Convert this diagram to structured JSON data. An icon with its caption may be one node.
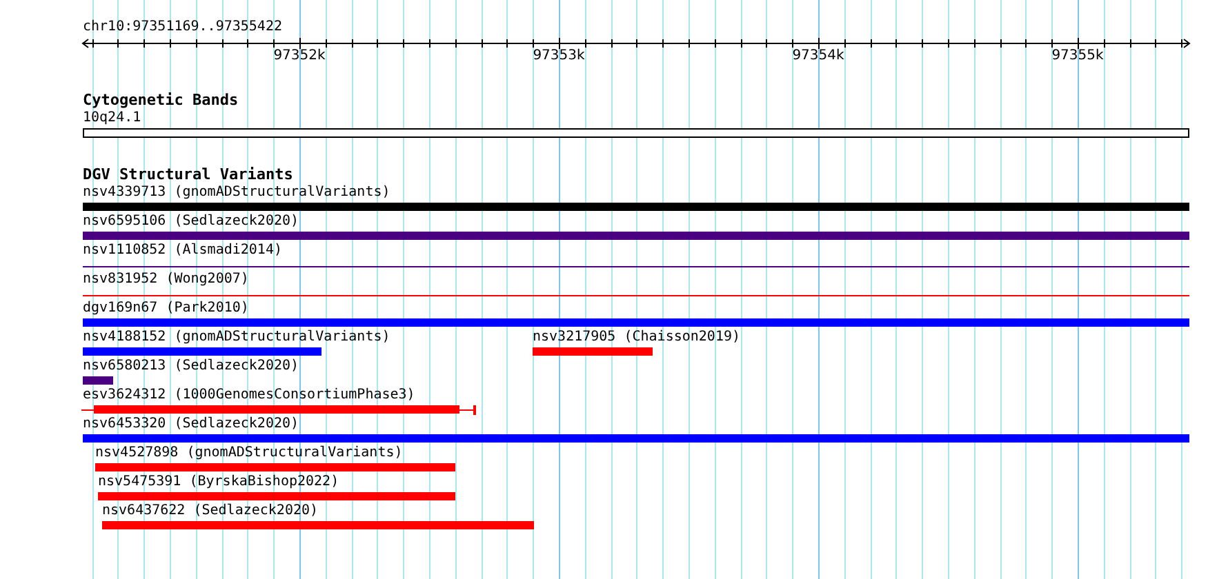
{
  "diagram": {
    "nodes": [
      {
        "text": [
          "10q24.1"
        ]
      },
      {
        "text": [
          "nsv4339713 (gnomADStructuralVariants)"
        ]
      },
      {
        "text": [
          "nsv6595106 (Sedlazeck2020)"
        ]
      },
      {
        "text": [
          "nsv1110852 (Alsmadi2014)"
        ]
      },
      {
        "text": [
          "nsv831952 (Wong2007)"
        ]
      },
      {
        "text": [
          "dgv169n67 (Park2010)"
        ]
      },
      {
        "text": [
          "nsv4188152 (gnomADStructuralVariants)"
        ]
      },
      {
        "text": [
          "nsv3217905 (Chaisson2019)"
        ]
      },
      {
        "text": [
          "nsv6580213 (Sedlazeck2020)"
        ]
      },
      {
        "text": [
          "esv3624312 (1000GenomesConsortiumPhase3)"
        ]
      },
      {
        "text": [
          "nsv6453320 (Sedlazeck2020)"
        ]
      },
      {
        "text": [
          "nsv4527898 (gnomADStructuralVariants)"
        ]
      },
      {
        "text": [
          "nsv5475391 (ByrskaBishop2022)"
        ]
      },
      {
        "text": [
          "nsv6437622 (Sedlazeck2020)"
        ]
      }
    ],
    "labels": [
      "chr10:97351169..97355422",
      "97352k",
      "97353k",
      "97354k",
      "97355k",
      "Cytogenetic Bands",
      "DGV Structural Variants"
    ]
  }
}
